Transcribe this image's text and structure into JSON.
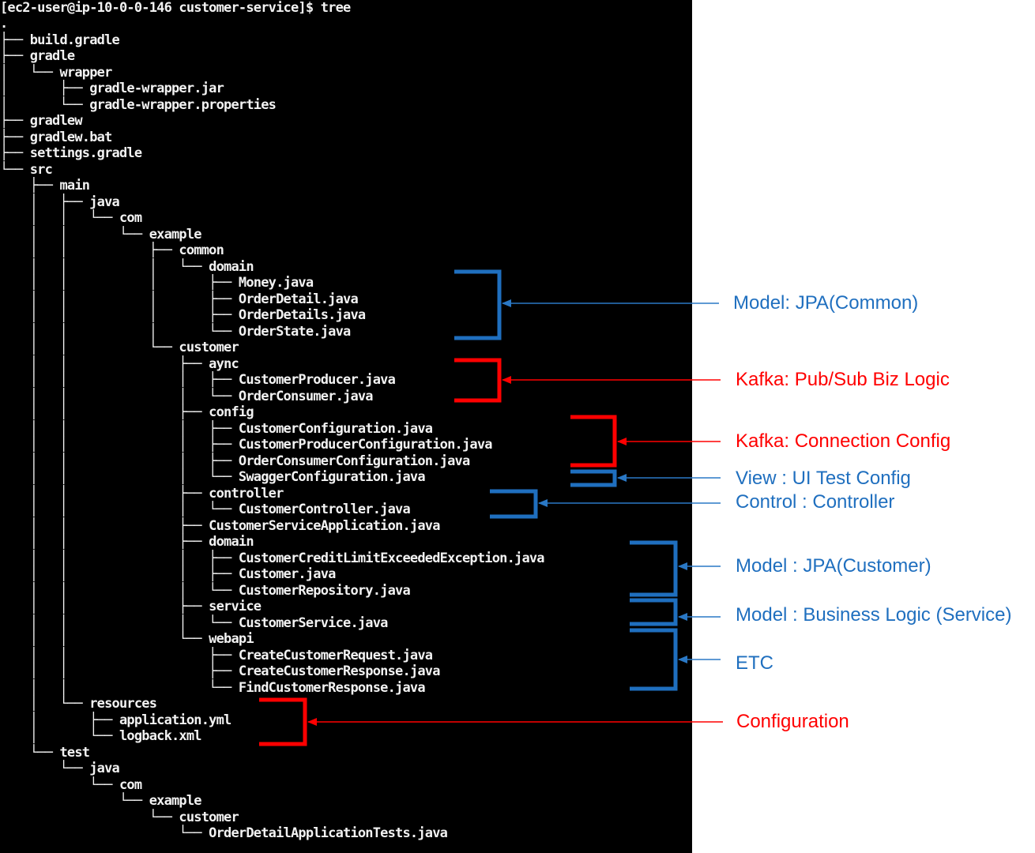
{
  "terminal": {
    "prompt": "[ec2-user@ip-10-0-0-146 customer-service]$ tree",
    "lines": [
      ".",
      "├── build.gradle",
      "├── gradle",
      "│   └── wrapper",
      "│       ├── gradle-wrapper.jar",
      "│       └── gradle-wrapper.properties",
      "├── gradlew",
      "├── gradlew.bat",
      "├── settings.gradle",
      "└── src",
      "    ├── main",
      "    │   ├── java",
      "    │   │   └── com",
      "    │   │       └── example",
      "    │   │           ├── common",
      "    │   │           │   └── domain",
      "    │   │           │       ├── Money.java",
      "    │   │           │       ├── OrderDetail.java",
      "    │   │           │       ├── OrderDetails.java",
      "    │   │           │       └── OrderState.java",
      "    │   │           └── customer",
      "    │   │               ├── aync",
      "    │   │               │   ├── CustomerProducer.java",
      "    │   │               │   └── OrderConsumer.java",
      "    │   │               ├── config",
      "    │   │               │   ├── CustomerConfiguration.java",
      "    │   │               │   ├── CustomerProducerConfiguration.java",
      "    │   │               │   ├── OrderConsumerConfiguration.java",
      "    │   │               │   └── SwaggerConfiguration.java",
      "    │   │               ├── controller",
      "    │   │               │   └── CustomerController.java",
      "    │   │               ├── CustomerServiceApplication.java",
      "    │   │               ├── domain",
      "    │   │               │   ├── CustomerCreditLimitExceededException.java",
      "    │   │               │   ├── Customer.java",
      "    │   │               │   └── CustomerRepository.java",
      "    │   │               ├── service",
      "    │   │               │   └── CustomerService.java",
      "    │   │               └── webapi",
      "    │   │                   ├── CreateCustomerRequest.java",
      "    │   │                   ├── CreateCustomerResponse.java",
      "    │   │                   └── FindCustomerResponse.java",
      "    │   └── resources",
      "    │       ├── application.yml",
      "    │       └── logback.xml",
      "    └── test",
      "        └── java",
      "            └── com",
      "                └── example",
      "                    └── customer",
      "                        └── OrderDetailApplicationTests.java"
    ]
  },
  "annotations": [
    {
      "label": "Model: JPA(Common)",
      "color": "#1f6fbf"
    },
    {
      "label": "Kafka: Pub/Sub Biz Logic",
      "color": "#ff0000"
    },
    {
      "label": "Kafka: Connection Config",
      "color": "#ff0000"
    },
    {
      "label": "View : UI Test Config",
      "color": "#1f6fbf"
    },
    {
      "label": "Control : Controller",
      "color": "#1f6fbf"
    },
    {
      "label": "Model : JPA(Customer)",
      "color": "#1f6fbf"
    },
    {
      "label": "Model : Business Logic (Service)",
      "color": "#1f6fbf"
    },
    {
      "label": "ETC",
      "color": "#1f6fbf"
    },
    {
      "label": "Configuration",
      "color": "#ff0000"
    }
  ]
}
